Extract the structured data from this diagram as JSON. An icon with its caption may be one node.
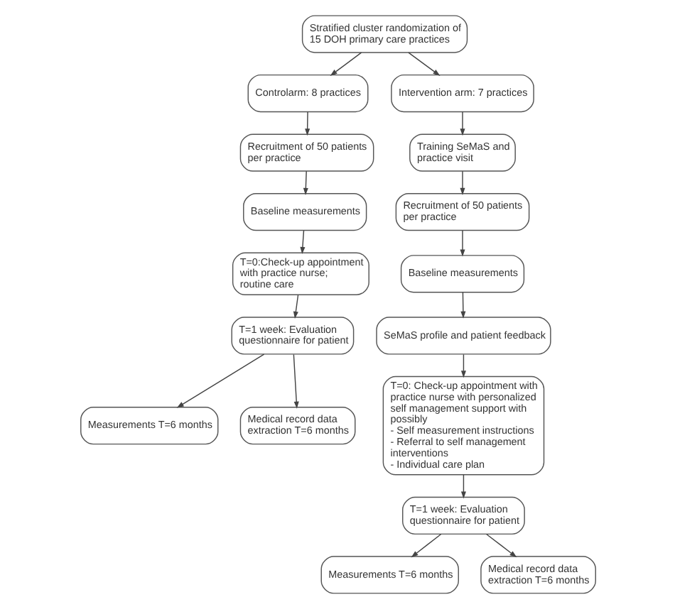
{
  "diagram": {
    "nodes": [
      {
        "text": [
          "Stratified cluster randomization of 15 DOH primary care practices"
        ]
      },
      {
        "text": [
          "Controlarm: 8 practices"
        ]
      },
      {
        "text": [
          "Intervention arm: 7 practices"
        ]
      },
      {
        "text": [
          "Recruitment of 50 patients per practice"
        ]
      },
      {
        "text": [
          "Baseline measurements"
        ]
      },
      {
        "text": [
          "T=0:Check-up appointment with practice nurse; routine care"
        ]
      },
      {
        "text": [
          "T=1 week: Evaluation questionnaire for patient"
        ]
      },
      {
        "text": [
          "Measurements T=6 months"
        ]
      },
      {
        "text": [
          "Medical record data extraction T=6 months"
        ]
      },
      {
        "text": [
          "Training SeMaS and practice visit"
        ]
      },
      {
        "text": [
          "Recruitment of 50 patients per practice"
        ]
      },
      {
        "text": [
          "Baseline measurements"
        ]
      },
      {
        "text": [
          "SeMaS profile and patient feedback"
        ]
      },
      {
        "text": [
          "T=0: Check-up appointment with practice nurse with personalized self management support with possibly",
          "- Self measurement instructions",
          "- Referral to self management interventions",
          "- Individual care plan"
        ]
      },
      {
        "text": [
          "T=1 week: Evaluation questionnaire for patient"
        ]
      },
      {
        "text": [
          "Measurements T=6 months"
        ]
      },
      {
        "text": [
          "Medical record data extraction T=6 months"
        ]
      }
    ],
    "edges": [
      {
        "from": 0,
        "to": 1,
        "arrow": "to"
      },
      {
        "from": 0,
        "to": 2,
        "arrow": "to"
      },
      {
        "from": 1,
        "to": 3,
        "arrow": "to"
      },
      {
        "from": 3,
        "to": 4,
        "arrow": "to"
      },
      {
        "from": 4,
        "to": 5,
        "arrow": "to"
      },
      {
        "from": 5,
        "to": 6,
        "arrow": "to"
      },
      {
        "from": 6,
        "to": 7,
        "arrow": "to"
      },
      {
        "from": 6,
        "to": 8,
        "arrow": "to"
      },
      {
        "from": 2,
        "to": 9,
        "arrow": "to"
      },
      {
        "from": 9,
        "to": 10,
        "arrow": "to"
      },
      {
        "from": 10,
        "to": 11,
        "arrow": "to"
      },
      {
        "from": 11,
        "to": 12,
        "arrow": "to"
      },
      {
        "from": 12,
        "to": 13,
        "arrow": "to"
      },
      {
        "from": 13,
        "to": 14,
        "arrow": "to"
      },
      {
        "from": 14,
        "to": 15,
        "arrow": "to"
      },
      {
        "from": 14,
        "to": 16,
        "arrow": "to"
      }
    ]
  }
}
